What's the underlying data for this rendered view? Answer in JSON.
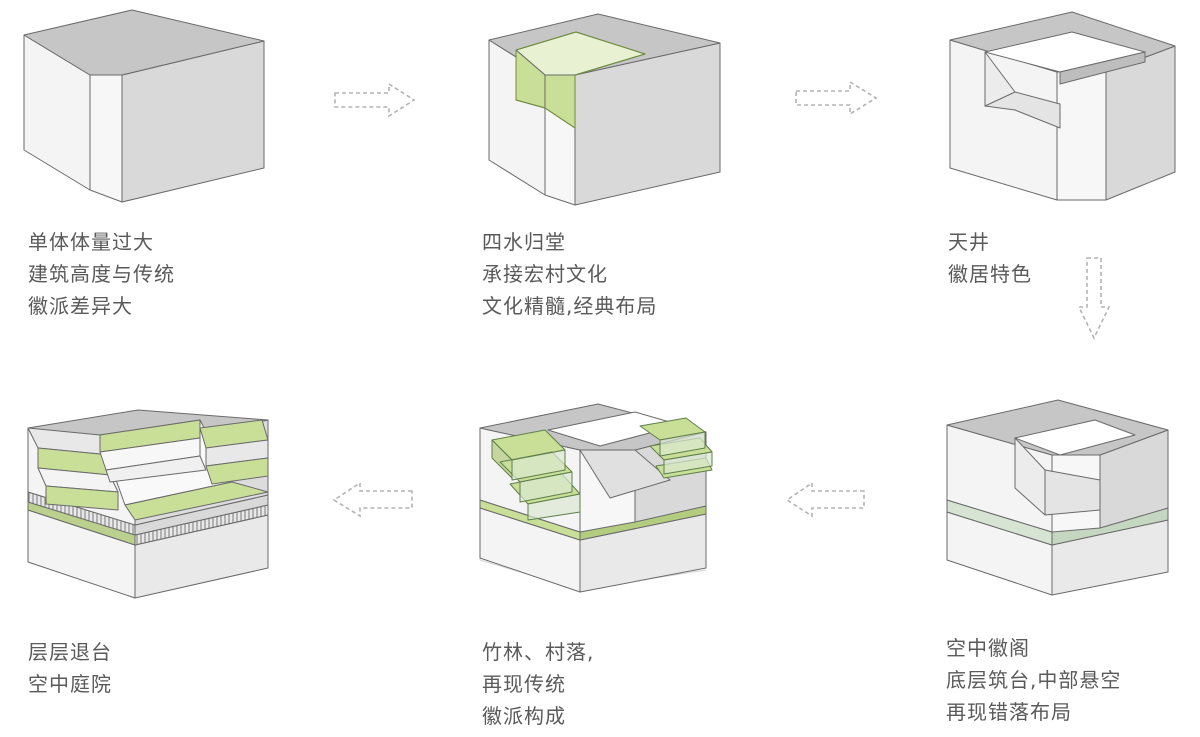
{
  "steps": [
    {
      "lines": [
        "单体体量过大",
        "建筑高度与传统",
        "徽派差异大"
      ]
    },
    {
      "lines": [
        "四水归堂",
        "承接宏村文化",
        "文化精髓,经典布局"
      ]
    },
    {
      "lines": [
        "天井",
        "徽居特色"
      ]
    },
    {
      "lines": [
        "层层退台",
        "空中庭院"
      ]
    },
    {
      "lines": [
        "竹林、村落,",
        "再现传统",
        "徽派构成"
      ]
    },
    {
      "lines": [
        "空中徽阁",
        "底层筑台,中部悬空",
        "再现错落布局"
      ]
    }
  ],
  "colors": {
    "roof": "#c8c8c8",
    "wall": "#f2f2f2",
    "wall_dark": "#e4e4e4",
    "edge": "#6a6a6a",
    "hidden_edge": "#cfcfcf",
    "accent_green": "#c9df98",
    "accent_green_dark": "#9cb86a",
    "glass": "#d7e3d3",
    "arrow": "#b3b3b3",
    "caption": "#5a5a5a"
  }
}
